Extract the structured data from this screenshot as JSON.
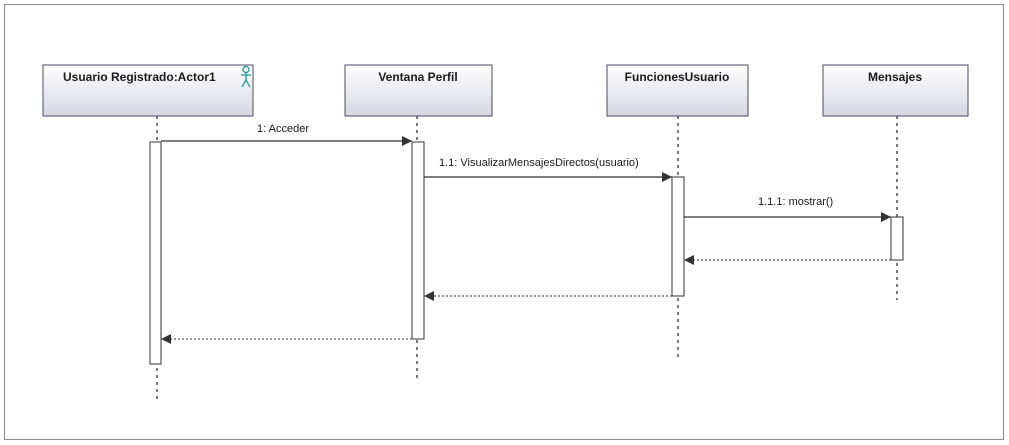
{
  "diagram": {
    "type": "uml-sequence",
    "lifelines": [
      {
        "id": "actor",
        "name": "Usuario Registrado:Actor1",
        "has_actor_icon": true
      },
      {
        "id": "ventana",
        "name": "Ventana Perfil"
      },
      {
        "id": "funciones",
        "name": "FuncionesUsuario"
      },
      {
        "id": "mensajes",
        "name": "Mensajes"
      }
    ],
    "messages": [
      {
        "id": "m1",
        "label": "1:  Acceder",
        "from": "actor",
        "to": "ventana",
        "kind": "sync"
      },
      {
        "id": "m2",
        "label": "1.1: VisualizarMensajesDirectos(usuario)",
        "from": "ventana",
        "to": "funciones",
        "kind": "sync"
      },
      {
        "id": "m3",
        "label": "1.1.1: mostrar()",
        "from": "funciones",
        "to": "mensajes",
        "kind": "sync"
      },
      {
        "id": "r3",
        "label": "",
        "from": "mensajes",
        "to": "funciones",
        "kind": "return"
      },
      {
        "id": "r2",
        "label": "",
        "from": "funciones",
        "to": "ventana",
        "kind": "return"
      },
      {
        "id": "r1",
        "label": "",
        "from": "ventana",
        "to": "actor",
        "kind": "return"
      }
    ],
    "colors": {
      "header_top": "#ffffff",
      "header_bottom": "#d6d6e2",
      "header_border": "#4a4a6a",
      "line": "#333333",
      "actor_icon": "#2aa0a0",
      "frame_border": "#8c8c8c"
    }
  }
}
